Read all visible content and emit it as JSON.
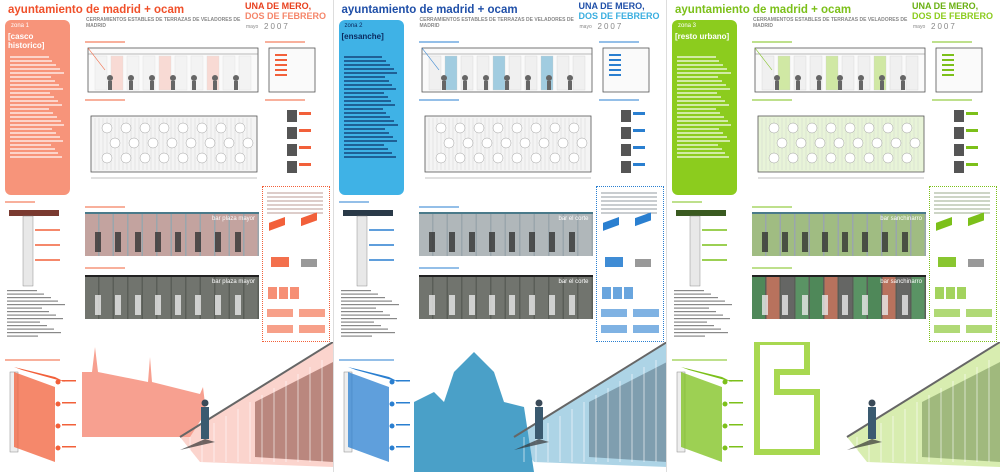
{
  "panels": [
    {
      "org_title": "ayuntamiento de madrid + ocam",
      "subtitle": "CERRAMIENTOS ESTABLES DE TERRAZAS DE VELADORES DE MADRID",
      "event_line1": "UNA DE MERO,",
      "event_line2": "DOS DE FEBRERO",
      "month": "mayo",
      "year": "2007",
      "zone_label": "zona 1",
      "zone_name": "[casco historico]",
      "strip_top_caption": "bar plaza mayor",
      "strip_bottom_caption": "bar plaza mayor",
      "colors": {
        "title": "#f0502a",
        "event1": "#e8401e",
        "event2": "#f5866a",
        "zone": "#f7947a",
        "accent": "#f2603a",
        "dark": "#7a3a30",
        "skyline": "#f7a090"
      }
    },
    {
      "org_title": "ayuntamiento de madrid + ocam",
      "subtitle": "CERRAMIENTOS ESTABLES DE TERRAZAS DE VELADORES DE MADRID",
      "event_line1": "UNA DE MERO,",
      "event_line2": "DOS DE FEBRERO",
      "month": "mayo",
      "year": "2007",
      "zone_label": "zona 2",
      "zone_name": "[ensanche]",
      "strip_top_caption": "bar el corte",
      "strip_bottom_caption": "bar el corte",
      "colors": {
        "title": "#1f4fa8",
        "event1": "#1f4fa8",
        "event2": "#3aaee0",
        "zone": "#3fb2e6",
        "accent": "#2a7fd0",
        "dark": "#2a3a48",
        "skyline": "#4aa0c8"
      }
    },
    {
      "org_title": "ayuntamiento de madrid + ocam",
      "subtitle": "CERRAMIENTOS ESTABLES DE TERRAZAS DE VELADORES DE MADRID",
      "event_line1": "UNA DE MERO,",
      "event_line2": "DOS DE FEBRERO",
      "month": "mayo",
      "year": "2007",
      "zone_label": "zona 3",
      "zone_name": "[resto urbano]",
      "strip_top_caption": "bar sanchinarro",
      "strip_bottom_caption": "bar sanchinarro",
      "colors": {
        "title": "#7cc01a",
        "event1": "#6ab012",
        "event2": "#8ccc1e",
        "zone": "#8ccc1e",
        "accent": "#7cc01a",
        "dark": "#3a5a20",
        "skyline": "#a8d850"
      }
    }
  ]
}
